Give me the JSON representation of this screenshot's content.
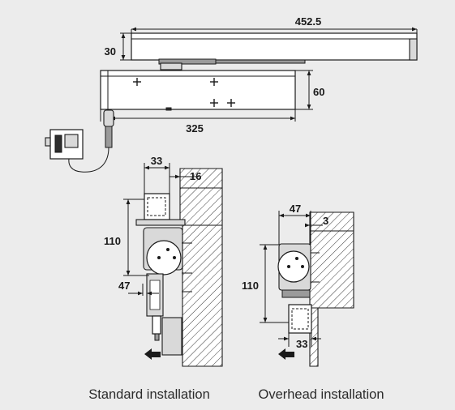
{
  "dimensions": {
    "rail_length": "452.5",
    "rail_height": "30",
    "body_height": "60",
    "body_length": "325",
    "std_width": "33",
    "std_offset": "16",
    "std_height": "110",
    "std_arm": "47",
    "ovh_width": "47",
    "ovh_offset": "3",
    "ovh_height": "110",
    "ovh_arm": "33"
  },
  "captions": {
    "standard": "Standard installation",
    "overhead": "Overhead installation"
  },
  "colors": {
    "background": "#ececec",
    "line": "#1a1a1a",
    "hatch": "#3a3a3a"
  }
}
